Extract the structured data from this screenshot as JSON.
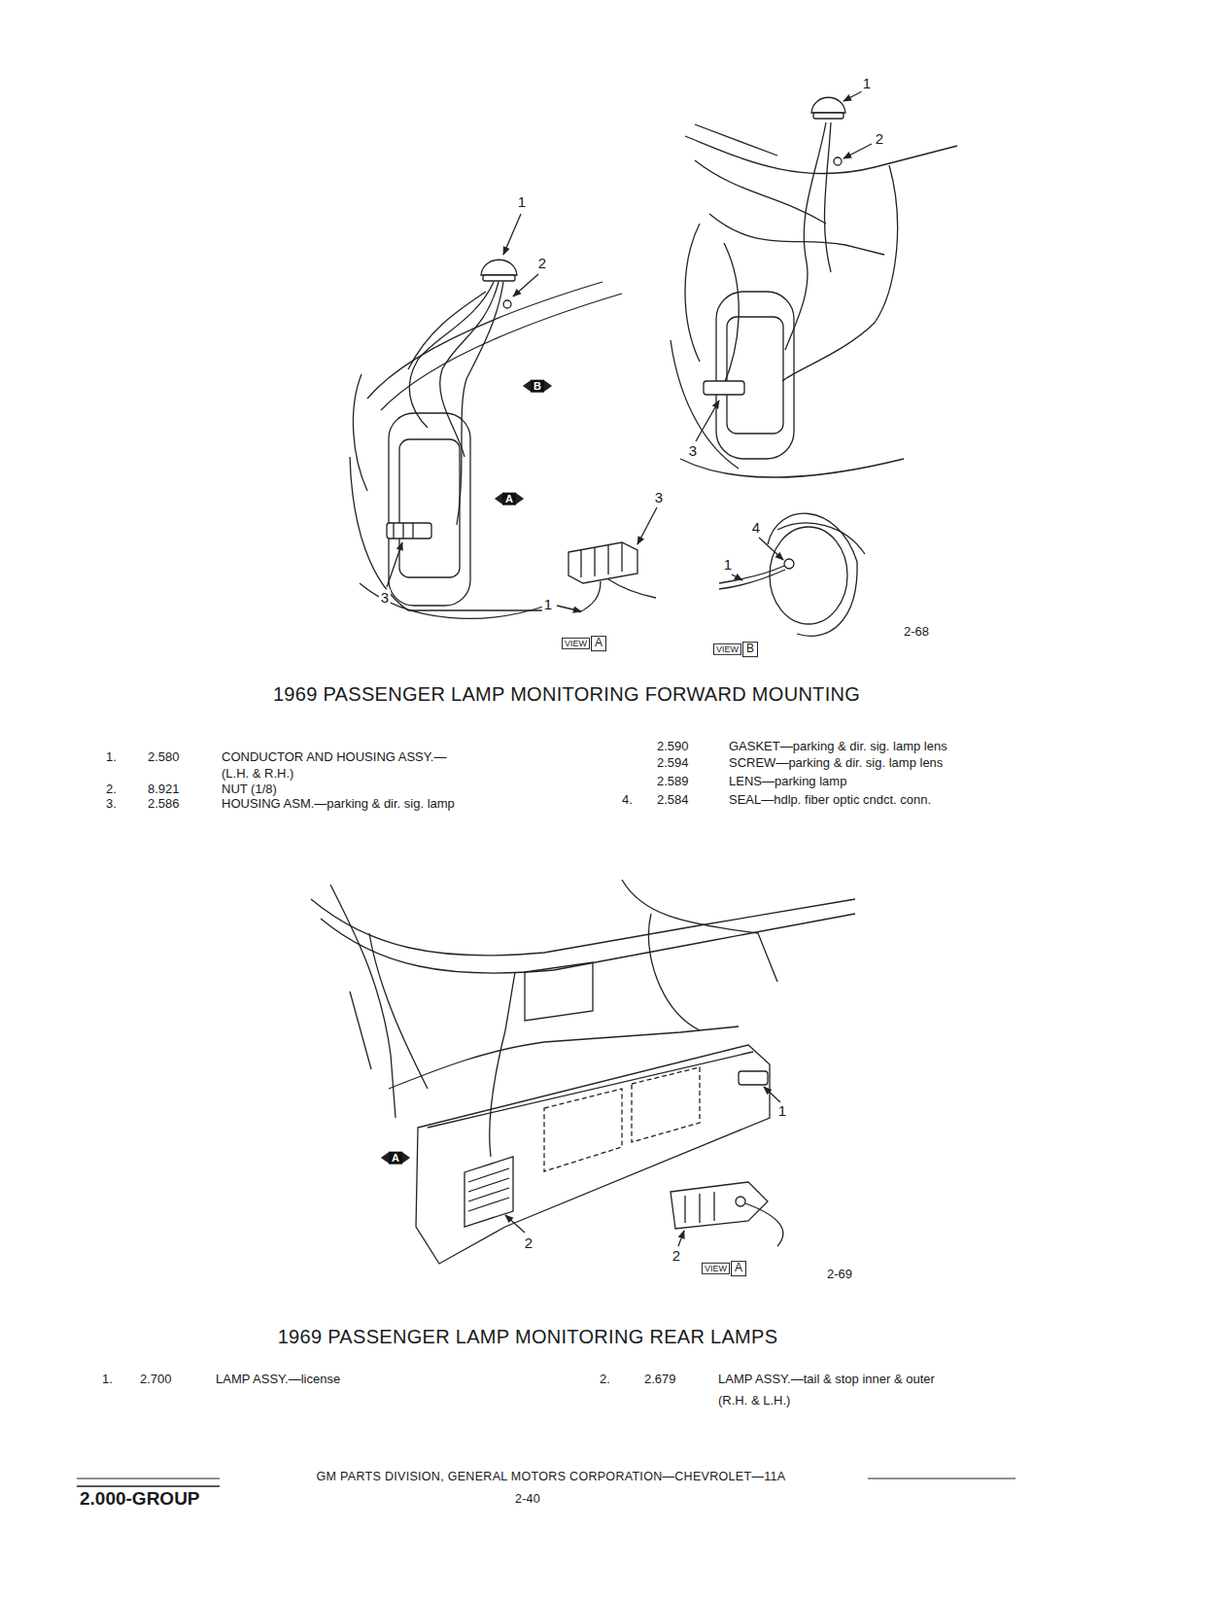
{
  "diagram": {
    "title": "1969 PASSENGER LAMP MONITORING FORWARD MOUNTING",
    "labels": [
      "1",
      "2",
      "1",
      "2",
      "B",
      "A",
      "3",
      "3",
      "4",
      "1",
      "3",
      "1",
      "VIEW",
      "A",
      "VIEW",
      "B",
      "2-68",
      "1.",
      "2.580",
      "CONDUCTOR AND HOUSING ASSY.—",
      "(L.H. & R.H.)",
      "2.",
      "8.921",
      "NUT (1/8)",
      "3.",
      "2.586",
      "HOUSING ASM.—parking & dir. sig. lamp",
      "2.590",
      "GASKET—parking & dir. sig. lamp lens",
      "2.594",
      "SCREW—parking & dir. sig. lamp lens",
      "2.589",
      "LENS—parking lamp",
      "4.",
      "2.584",
      "SEAL—hdlp. fiber optic cndct. conn.",
      "A",
      "1",
      "2",
      "2",
      "VIEW",
      "A",
      "2-69",
      "1969 PASSENGER LAMP MONITORING REAR LAMPS",
      "1.",
      "2.700",
      "LAMP ASSY.—license",
      "2.",
      "2.679",
      "LAMP ASSY.—tail & stop inner & outer",
      "(R.H. & L.H.)",
      "GM PARTS DIVISION, GENERAL MOTORS CORPORATION—CHEVROLET—11A",
      "2.000-GROUP",
      "2-40"
    ]
  }
}
